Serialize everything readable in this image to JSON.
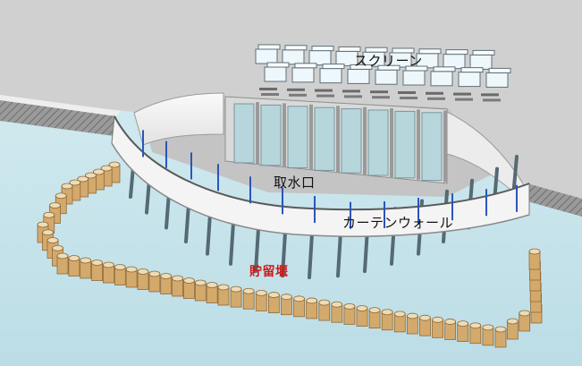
{
  "labels": {
    "screen": "スクリーン",
    "intake": "取水口",
    "curtain_wall": "カーテンウォール",
    "retention_weir": "貯留堰"
  },
  "colors": {
    "water": "#cfe8ee",
    "concrete": "#d3d3d3",
    "concrete_dark": "#b4b4b4",
    "wall": "#f3f3f3",
    "screen_box": "#eaf6fb",
    "glass": "#a9cfd6",
    "pile": "#d8b07a",
    "pile_top": "#e8d2a8",
    "blue_post": "#2c55b8",
    "label_red": "#d01818"
  }
}
